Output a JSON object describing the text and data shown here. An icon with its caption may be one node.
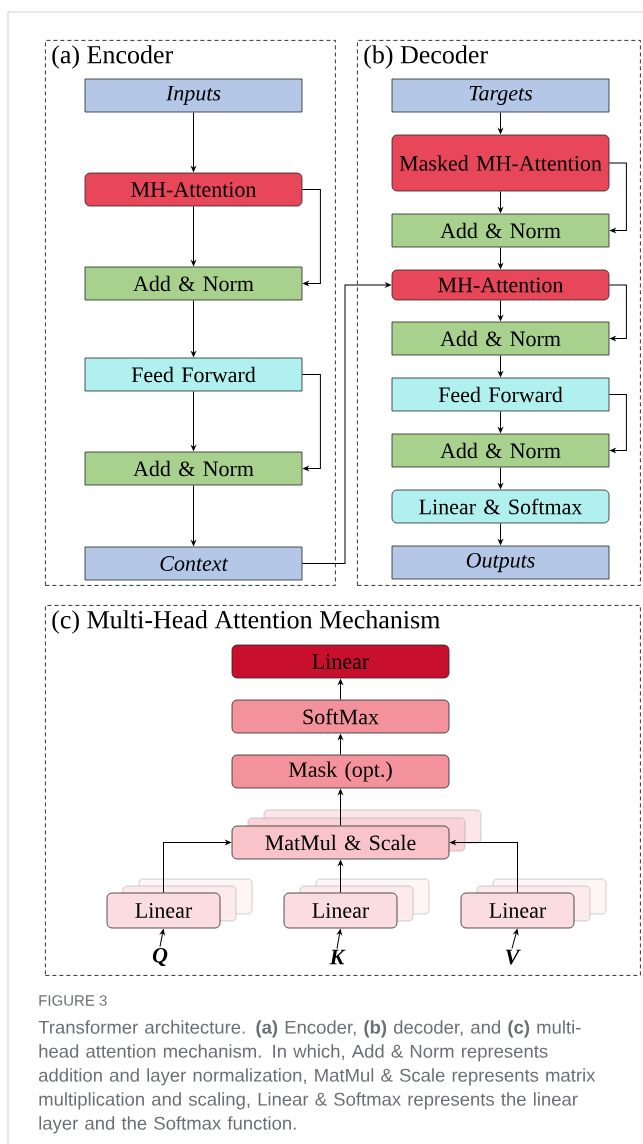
{
  "diagram": {
    "caption": "Transformer architecture. **(a)** Encoder, **(b)** decoder, and **(c)** multi-head attention mechanism. In which, Add & Norm represents addition and layer normalization, MatMul & Scale represents matrix multiplication and scaling, Linear & Softmax represents the linear layer and the Softmax function.",
    "nodes": [
      {
        "text": [
          "(a) Encoder"
        ]
      },
      {
        "text": [
          "Inputs"
        ],
        "in": 0
      },
      {
        "text": [
          "MH-Attention"
        ],
        "in": 0
      },
      {
        "text": [
          "Add & Norm"
        ],
        "in": 0
      },
      {
        "text": [
          "Feed Forward"
        ],
        "in": 0
      },
      {
        "text": [
          "Add & Norm"
        ],
        "in": 0
      },
      {
        "text": [
          "Context"
        ],
        "in": 0
      },
      {
        "text": [
          "(b) Decoder"
        ]
      },
      {
        "text": [
          "Targets"
        ],
        "in": 7
      },
      {
        "text": [
          "Masked MH-Attention"
        ],
        "in": 7
      },
      {
        "text": [
          "Add & Norm"
        ],
        "in": 7
      },
      {
        "text": [
          "MH-Attention"
        ],
        "in": 7
      },
      {
        "text": [
          "Add & Norm"
        ],
        "in": 7
      },
      {
        "text": [
          "Feed Forward"
        ],
        "in": 7
      },
      {
        "text": [
          "Add & Norm"
        ],
        "in": 7
      },
      {
        "text": [
          "Linear & Softmax"
        ],
        "in": 7
      },
      {
        "text": [
          "Outputs"
        ],
        "in": 7
      },
      {
        "text": [
          "(c) Multi-Head Attention Mechanism"
        ]
      },
      {
        "text": [
          "Linear"
        ],
        "in": 17
      },
      {
        "text": [
          "SoftMax"
        ],
        "in": 17
      },
      {
        "text": [
          "Mask (opt.)"
        ],
        "in": 17
      },
      {
        "text": [
          "MatMul & Scale"
        ],
        "in": 17
      },
      {
        "text": [
          "Linear"
        ],
        "in": 17
      },
      {
        "text": [
          "Linear"
        ],
        "in": 17
      },
      {
        "text": [
          "Linear"
        ],
        "in": 17
      },
      {
        "text": [
          "Q"
        ],
        "in": 17
      },
      {
        "text": [
          "K"
        ],
        "in": 17
      },
      {
        "text": [
          "V"
        ],
        "in": 17
      }
    ],
    "edges": [
      {
        "from": 1,
        "to": 2,
        "arrow": "to"
      },
      {
        "from": 2,
        "to": 3,
        "arrow": "to"
      },
      {
        "from": 2,
        "to": 3,
        "arrow": "to"
      },
      {
        "from": 3,
        "to": 4,
        "arrow": "to"
      },
      {
        "from": 4,
        "to": 5,
        "arrow": "to"
      },
      {
        "from": 4,
        "to": 5,
        "arrow": "to"
      },
      {
        "from": 5,
        "to": 6,
        "arrow": "to"
      },
      {
        "from": 6,
        "to": 11,
        "arrow": "to"
      },
      {
        "from": 8,
        "to": 9,
        "arrow": "to"
      },
      {
        "from": 9,
        "to": 10,
        "arrow": "to"
      },
      {
        "from": 9,
        "to": 10,
        "arrow": "to"
      },
      {
        "from": 10,
        "to": 11,
        "arrow": "to"
      },
      {
        "from": 11,
        "to": 12,
        "arrow": "to"
      },
      {
        "from": 11,
        "to": 12,
        "arrow": "to"
      },
      {
        "from": 12,
        "to": 13,
        "arrow": "to"
      },
      {
        "from": 13,
        "to": 14,
        "arrow": "to"
      },
      {
        "from": 13,
        "to": 14,
        "arrow": "to"
      },
      {
        "from": 14,
        "to": 15,
        "arrow": "to"
      },
      {
        "from": 15,
        "to": 16,
        "arrow": "to"
      },
      {
        "from": 21,
        "to": 20,
        "arrow": "to"
      },
      {
        "from": 20,
        "to": 19,
        "arrow": "to"
      },
      {
        "from": 19,
        "to": 18,
        "arrow": "to"
      },
      {
        "from": 22,
        "to": 21,
        "arrow": "to"
      },
      {
        "from": 23,
        "to": 21,
        "arrow": "to"
      },
      {
        "from": 24,
        "to": 21,
        "arrow": "to"
      },
      {
        "from": 25,
        "to": 22,
        "arrow": "to"
      },
      {
        "from": 26,
        "to": 23,
        "arrow": "to"
      },
      {
        "from": 27,
        "to": 24,
        "arrow": "to"
      }
    ],
    "labels": [
      "FIGURE 3"
    ]
  }
}
